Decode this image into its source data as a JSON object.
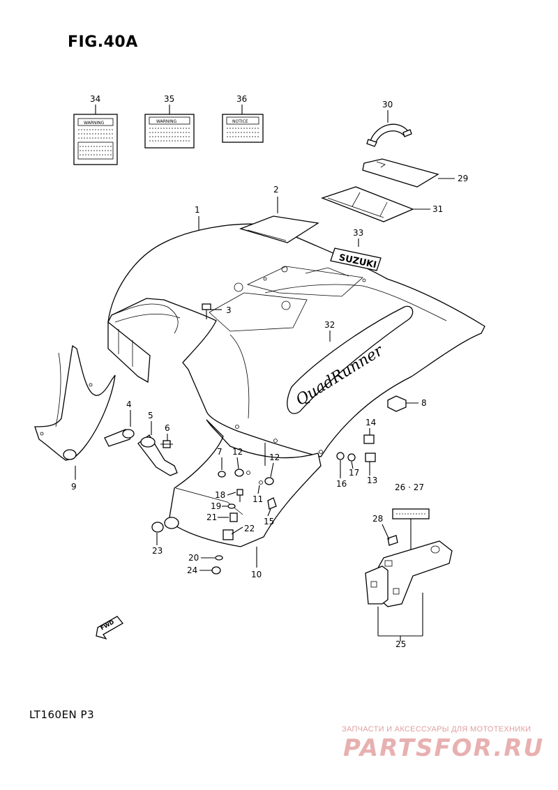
{
  "figure": {
    "title": "FIG.40A",
    "model": "LT160EN  P3"
  },
  "labels": {
    "warning": "WARNING",
    "notice": "NOTICE",
    "fwd": "FWD",
    "suzuki": "SUZUKI",
    "quadrunner": "QuadRunner"
  },
  "callouts": {
    "p1": "1",
    "p2": "2",
    "p3": "3",
    "p4": "4",
    "p5": "5",
    "p6": "6",
    "p7": "7",
    "p8": "8",
    "p9": "9",
    "p10": "10",
    "p11": "11",
    "p12a": "12",
    "p12b": "12",
    "p13": "13",
    "p14": "14",
    "p15": "15",
    "p16": "16",
    "p17": "17",
    "p18": "18",
    "p19": "19",
    "p20": "20",
    "p21": "21",
    "p22": "22",
    "p23": "23",
    "p24": "24",
    "p25": "25",
    "p26_27": "26 · 27",
    "p28": "28",
    "p29": "29",
    "p30": "30",
    "p31": "31",
    "p32": "32",
    "p33": "33",
    "p34": "34",
    "p35": "35",
    "p36": "36"
  },
  "watermark": {
    "subtitle": "ЗАПЧАСТИ И АКСЕССУАРЫ ДЛЯ МОТОТЕХНИКИ",
    "logo": "PARTSFOR.RU"
  }
}
